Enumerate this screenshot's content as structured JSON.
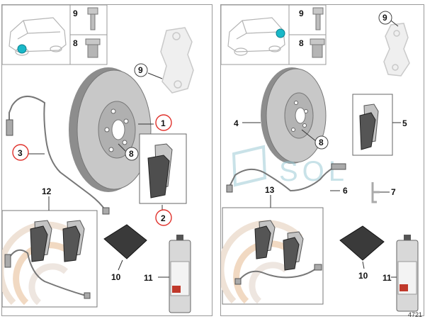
{
  "left": {
    "labels": {
      "p9": "9",
      "p8": "8",
      "p1": "1",
      "p9b": "9",
      "p8b": "8",
      "p3": "3",
      "p2": "2",
      "p12": "12",
      "p10": "10",
      "p11": "11"
    }
  },
  "right": {
    "labels": {
      "p9": "9",
      "p8": "8",
      "p9b": "9",
      "p4": "4",
      "p5": "5",
      "p8b": "8",
      "p6": "6",
      "p7": "7",
      "p13": "13",
      "p10": "10",
      "p11": "11"
    }
  },
  "watermark": "SOL",
  "doc_number": "4721",
  "colors": {
    "circle_highlight": "#e0322c",
    "marker": "#19b8c8",
    "watermark": "#9ccbd6"
  }
}
